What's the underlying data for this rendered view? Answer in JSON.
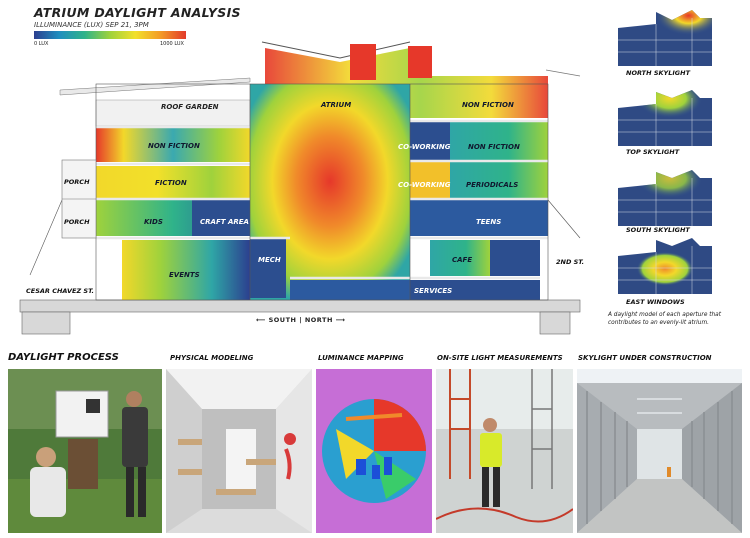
{
  "header": {
    "title": "ATRIUM DAYLIGHT ANALYSIS",
    "subtitle": "ILLUMINANCE (LUX) SEP 21, 3PM",
    "legend_min": "0 LUX",
    "legend_max": "1000 LUX"
  },
  "legend_colors": [
    "#2c3f8f",
    "#1f8fbf",
    "#2fb38a",
    "#9fd23c",
    "#f2e02a",
    "#f39a26",
    "#e23a2a"
  ],
  "section": {
    "zones": {
      "roof_garden": "ROOF GARDEN",
      "atrium": "ATRIUM",
      "nonfiction_top": "NON FICTION",
      "nonfiction_left": "NON FICTION",
      "coworking_1": "CO-WORKING",
      "nonfiction_right": "NON FICTION",
      "fiction": "FICTION",
      "coworking_2": "CO-WORKING",
      "periodicals": "PERIODICALS",
      "kids": "KIDS",
      "craft_area": "CRAFT AREA",
      "teens": "TEENS",
      "events": "EVENTS",
      "mech": "MECH",
      "cafe": "CAFE",
      "services": "SERVICES"
    },
    "porch_1": "PORCH",
    "porch_2": "PORCH",
    "street_left": "CESAR CHAVEZ ST.",
    "street_right": "2ND ST.",
    "compass": "⟵ SOUTH | NORTH ⟶"
  },
  "skylights": {
    "north": "NORTH SKYLIGHT",
    "top": "TOP SKYLIGHT",
    "south": "SOUTH SKYLIGHT",
    "east": "EAST WINDOWS",
    "caption": "A daylight model of each aperture that contributes to an evenly-lit atrium."
  },
  "process": {
    "heading": "DAYLIGHT PROCESS",
    "physical": "PHYSICAL MODELING",
    "luminance": "LUMINANCE MAPPING",
    "onsite": "ON-SITE LIGHT MEASUREMENTS",
    "construction": "SKYLIGHT UNDER CONSTRUCTION"
  }
}
